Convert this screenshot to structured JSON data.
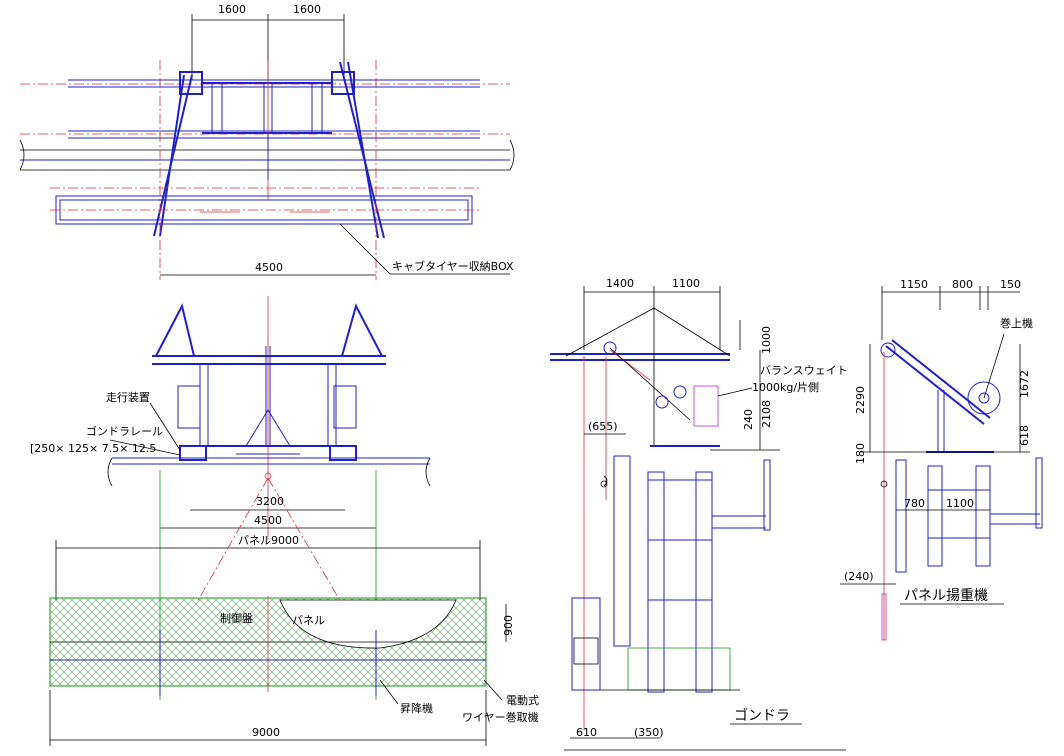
{
  "dimensions": {
    "top_span_left": "1600",
    "top_span_right": "1600",
    "plan_width": "4500",
    "front_inner": "3200",
    "front_width": "4500",
    "panel_len_label": "パネル9000",
    "bottom_len": "9000",
    "bottom_height": "900",
    "gondola_1400": "1400",
    "gondola_1100": "1100",
    "gondola_1000": "1000",
    "gondola_240": "240",
    "gondola_2108": "2108",
    "gondola_655": "(655)",
    "gondola_610": "610",
    "gondola_350": "(350)",
    "lifter_1150": "1150",
    "lifter_800": "800",
    "lifter_150": "150",
    "lifter_2290": "2290",
    "lifter_1672": "1672",
    "lifter_618": "618",
    "lifter_180": "180",
    "lifter_780": "780",
    "lifter_1100": "1100",
    "lifter_240": "(240)"
  },
  "labels": {
    "cabtire_box": "キャブタイヤー収納BOX",
    "travel_device": "走行装置",
    "gondola_rail": "ゴンドラレール",
    "rail_size": "[250× 125× 7.5× 12.5",
    "control_panel": "制御盤",
    "panel": "パネル",
    "hoist": "昇降機",
    "electric": "電動式",
    "wire_winder": "ワイヤー巻取機",
    "balance_weight": "バランスウェイト",
    "balance_weight_value": "1000kg/片側",
    "winch": "巻上機",
    "gondola_title": "ゴンドラ",
    "lifter_title": "パネル揚重機"
  }
}
